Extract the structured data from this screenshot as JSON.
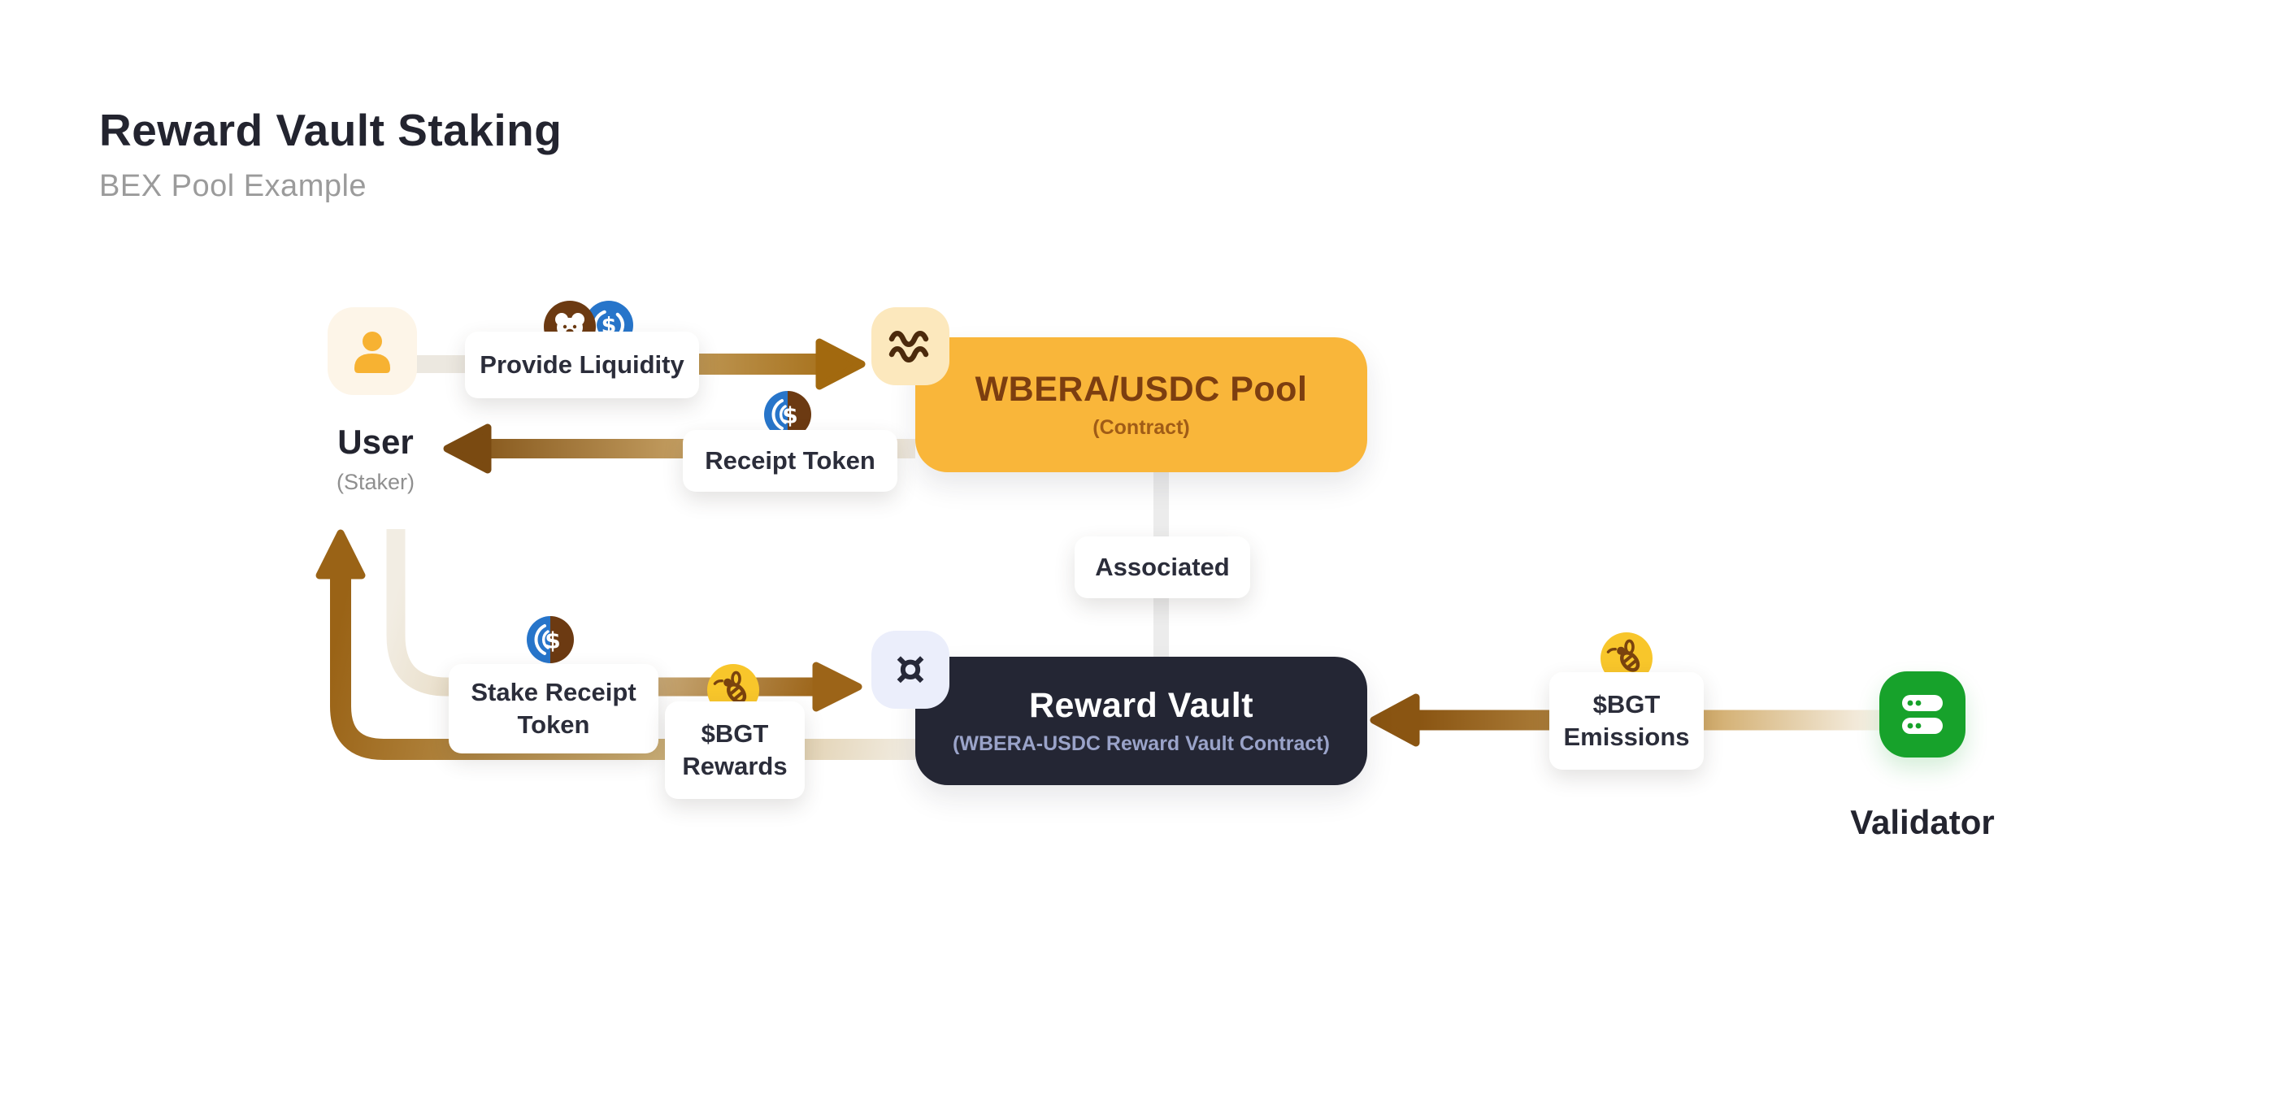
{
  "header": {
    "title": "Reward Vault Staking",
    "subtitle": "BEX Pool Example"
  },
  "nodes": {
    "user": {
      "label": "User",
      "sublabel": "(Staker)",
      "icon": "person-icon"
    },
    "pool": {
      "title": "WBERA/USDC Pool",
      "subtitle": "(Contract)",
      "icon": "waves-icon"
    },
    "reward_vault": {
      "title": "Reward Vault",
      "subtitle": "(WBERA-USDC Reward Vault Contract)",
      "icon": "currency-sign-icon"
    },
    "validator": {
      "label": "Validator",
      "icon": "server-icon"
    }
  },
  "edges": {
    "provide_liquidity": {
      "label": "Provide Liquidity",
      "from": "user",
      "to": "pool",
      "icons": [
        "wbera-coin-icon",
        "usdc-coin-icon"
      ]
    },
    "receipt_token": {
      "label": "Receipt Token",
      "from": "pool",
      "to": "user",
      "icon": "split-coin-icon"
    },
    "associated": {
      "label": "Associated",
      "from": "pool",
      "to": "reward_vault"
    },
    "stake_receipt_token": {
      "label": "Stake Receipt Token",
      "from": "user",
      "to": "reward_vault",
      "icon": "split-coin-icon"
    },
    "bgt_rewards": {
      "label": "$BGT Rewards",
      "from": "reward_vault",
      "to": "user",
      "icon": "bee-coin-icon"
    },
    "bgt_emissions": {
      "label": "$BGT Emissions",
      "from": "validator",
      "to": "reward_vault",
      "icon": "bee-coin-icon"
    }
  },
  "glyphs": {
    "dollar": "$",
    "currency_sign": "¤"
  },
  "colors": {
    "background": "#ffffff",
    "heading": "#23242f",
    "subheading": "#9b9b9b",
    "pool_box": "#f9b63a",
    "pool_text": "#7c3e10",
    "vault_box": "#242634",
    "vault_text": "#ffffff",
    "vault_subtext": "#9aa3c9",
    "validator_green": "#17a22b",
    "user_icon_bg": "#fdf5e8",
    "person_amber": "#f7b232",
    "arrow_dark_brown": "#9a6316",
    "arrow_light_tan": "#f1ece2",
    "wbera_brown": "#6c3a12",
    "usdc_blue": "#2775ca",
    "bgt_yellow": "#f8c62b",
    "label_text": "#2b2d3a"
  }
}
